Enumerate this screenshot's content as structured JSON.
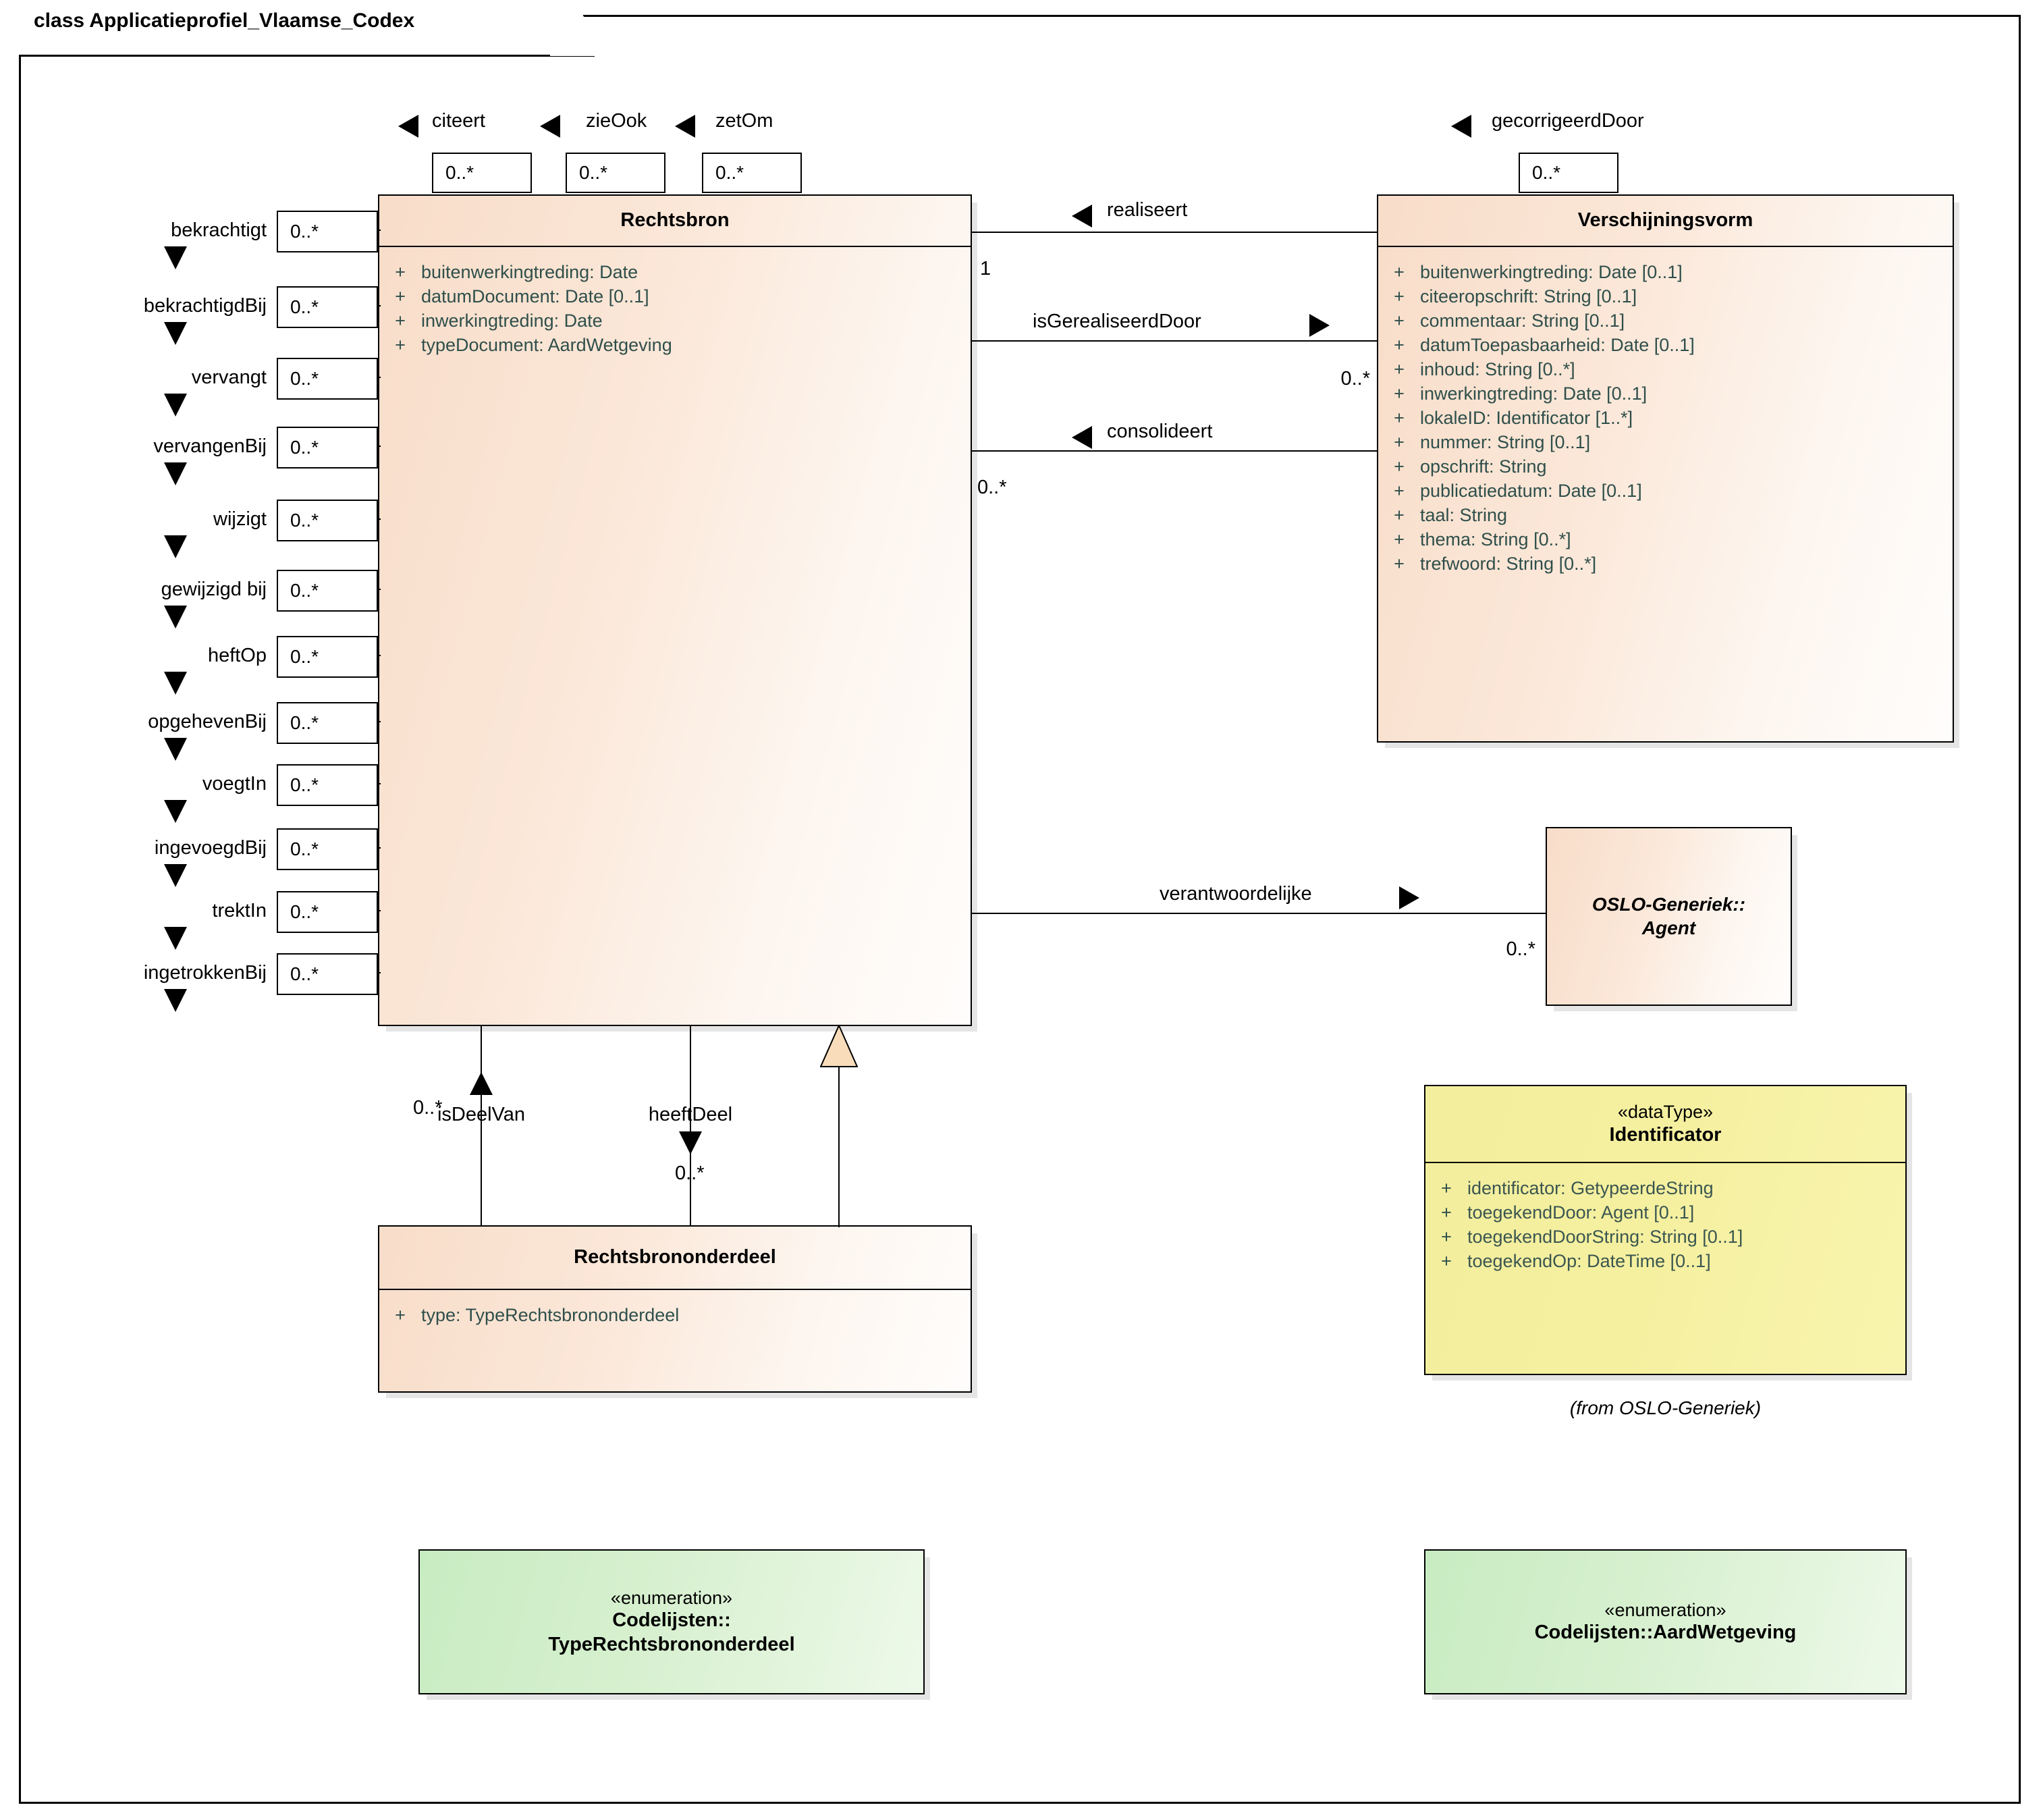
{
  "diagram": {
    "frame_title": "class Applicatieprofiel_Vlaamse_Codex",
    "colors": {
      "class_fill": "#f8ddc9",
      "datatype_fill": "#f2ee9e",
      "enumeration_fill": "#c8ecc2",
      "attribute_text": "#2f4f4b",
      "line": "#000000"
    }
  },
  "classes": {
    "rechtsbron": {
      "name": "Rechtsbron",
      "attributes": [
        {
          "vis": "+",
          "sig": "buitenwerkingtreding: Date"
        },
        {
          "vis": "+",
          "sig": "datumDocument: Date [0..1]"
        },
        {
          "vis": "+",
          "sig": "inwerkingtreding: Date"
        },
        {
          "vis": "+",
          "sig": "typeDocument: AardWetgeving"
        }
      ]
    },
    "verschijningsvorm": {
      "name": "Verschijningsvorm",
      "attributes": [
        {
          "vis": "+",
          "sig": "buitenwerkingtreding: Date [0..1]"
        },
        {
          "vis": "+",
          "sig": "citeeropschrift: String [0..1]"
        },
        {
          "vis": "+",
          "sig": "commentaar: String [0..1]"
        },
        {
          "vis": "+",
          "sig": "datumToepasbaarheid: Date [0..1]"
        },
        {
          "vis": "+",
          "sig": "inhoud: String [0..*]"
        },
        {
          "vis": "+",
          "sig": "inwerkingtreding: Date [0..1]"
        },
        {
          "vis": "+",
          "sig": "lokaleID: Identificator [1..*]"
        },
        {
          "vis": "+",
          "sig": "nummer: String [0..1]"
        },
        {
          "vis": "+",
          "sig": "opschrift: String"
        },
        {
          "vis": "+",
          "sig": "publicatiedatum: Date [0..1]"
        },
        {
          "vis": "+",
          "sig": "taal: String"
        },
        {
          "vis": "+",
          "sig": "thema: String [0..*]"
        },
        {
          "vis": "+",
          "sig": "trefwoord: String [0..*]"
        }
      ]
    },
    "agent": {
      "name_line1": "OSLO-Generiek::",
      "name_line2": "Agent"
    },
    "rechtsbrononderdeel": {
      "name": "Rechtsbrononderdeel",
      "attributes": [
        {
          "vis": "+",
          "sig": "type: TypeRechtsbrononderdeel"
        }
      ]
    },
    "identificator": {
      "stereotype": "«dataType»",
      "name": "Identificator",
      "from_note": "(from OSLO-Generiek)",
      "attributes": [
        {
          "vis": "+",
          "sig": "identificator: GetypeerdeString"
        },
        {
          "vis": "+",
          "sig": "toegekendDoor: Agent [0..1]"
        },
        {
          "vis": "+",
          "sig": "toegekendDoorString: String [0..1]"
        },
        {
          "vis": "+",
          "sig": "toegekendOp: DateTime [0..1]"
        }
      ]
    },
    "enum_type_rechtsbrononderdeel": {
      "stereotype": "«enumeration»",
      "name_line1": "Codelijsten::",
      "name_line2": "TypeRechtsbrononderdeel"
    },
    "enum_aard_wetgeving": {
      "stereotype": "«enumeration»",
      "name_line1": "Codelijsten::AardWetgeving",
      "name_line2": ""
    }
  },
  "top_associations": [
    {
      "label": "citeert",
      "multiplicity": "0..*"
    },
    {
      "label": "zieOok",
      "multiplicity": "0..*"
    },
    {
      "label": "zetOm",
      "multiplicity": "0..*"
    }
  ],
  "top_right_association": {
    "label": "gecorrigeerdDoor",
    "multiplicity": "0..*"
  },
  "left_associations": [
    {
      "label": "bekrachtigt",
      "multiplicity": "0..*"
    },
    {
      "label": "bekrachtigdBij",
      "multiplicity": "0..*"
    },
    {
      "label": "vervangt",
      "multiplicity": "0..*"
    },
    {
      "label": "vervangenBij",
      "multiplicity": "0..*"
    },
    {
      "label": "wijzigt",
      "multiplicity": "0..*"
    },
    {
      "label": "gewijzigd bij",
      "multiplicity": "0..*"
    },
    {
      "label": "heftOp",
      "multiplicity": "0..*"
    },
    {
      "label": "opgehevenBij",
      "multiplicity": "0..*"
    },
    {
      "label": "voegtIn",
      "multiplicity": "0..*"
    },
    {
      "label": "ingevoegdBij",
      "multiplicity": "0..*"
    },
    {
      "label": "trektIn",
      "multiplicity": "0..*"
    },
    {
      "label": "ingetrokkenBij",
      "multiplicity": "0..*"
    }
  ],
  "center_associations": {
    "realiseert": {
      "label": "realiseert",
      "source_mult": "1"
    },
    "is_gerealiseerd_door": {
      "label": "isGerealiseerdDoor",
      "target_mult": "0..*"
    },
    "consolideert": {
      "label": "consolideert",
      "source_mult": "0..*"
    },
    "verantwoordelijke": {
      "label": "verantwoordelijke",
      "target_mult": "0..*"
    }
  },
  "bottom_associations": {
    "is_deel_van": {
      "label": "isDeelVan",
      "multiplicity": "0..*"
    },
    "heeft_deel": {
      "label": "heeftDeel",
      "multiplicity": "0..*"
    }
  }
}
